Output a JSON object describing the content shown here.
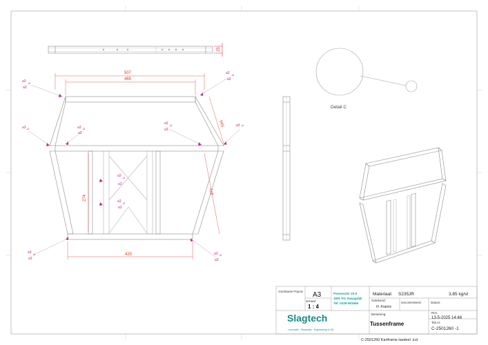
{
  "sheet": {
    "detail_label": "Detail C",
    "file_name": "C-2501260 Kartframe lasdeel .icd"
  },
  "dimensions": {
    "top_rod_height": "25",
    "overall_width": "507",
    "inner_width": "465",
    "right_side_upper": "945",
    "inner_height": "274",
    "right_side_lower": "377",
    "bottom_width": "420"
  },
  "welds": [
    {
      "a": "a3",
      "b": "a3",
      "sym": "⊿"
    },
    {
      "a": "a3",
      "b": "a3",
      "sym": "⊿"
    },
    {
      "a": "a3",
      "b": "",
      "sym": "⊿"
    },
    {
      "a": "a3",
      "b": "a3",
      "sym": "⊿"
    },
    {
      "a": "a3",
      "b": "a3",
      "sym": "⊿"
    },
    {
      "a": "a3",
      "b": "",
      "sym": "⊿"
    },
    {
      "a": "a3",
      "b": "a3",
      "sym": "⊿"
    },
    {
      "a": "a3",
      "b": "a3",
      "sym": "⊿"
    },
    {
      "a": "a3",
      "b": "a3",
      "sym": "⊿"
    },
    {
      "a": "a3",
      "b": "a3",
      "sym": "⊿"
    }
  ],
  "title_block": {
    "company_top": "Amerikaanse Projecte",
    "format": "A3",
    "scale_label": "Schaal:",
    "scale": "1 : 4",
    "address_1": "Penemarkt 15-d",
    "address_2": "1681 PG Zwaagdijk",
    "phone": "Tel: 0228-581665",
    "material_label": "Materiaal:",
    "material": "S235JR",
    "weight": "3,85 kg/st",
    "drawn_label": "Getekend:",
    "drawn_by": "H. Kramis",
    "checked_label": "Gecontroleerd:",
    "date_label": "Datum:",
    "rev_label": "Rev:",
    "rev_date": "13-5-2025 14:48",
    "name_label": "Benaming:",
    "part_name": "Tussenframe",
    "drawing_no_label": "Tek.nr:",
    "drawing_no": "C-2501260 -1",
    "brand": "Slagtech",
    "tagline": "- Innovatie - Reparatie - Engineering in 3D"
  }
}
